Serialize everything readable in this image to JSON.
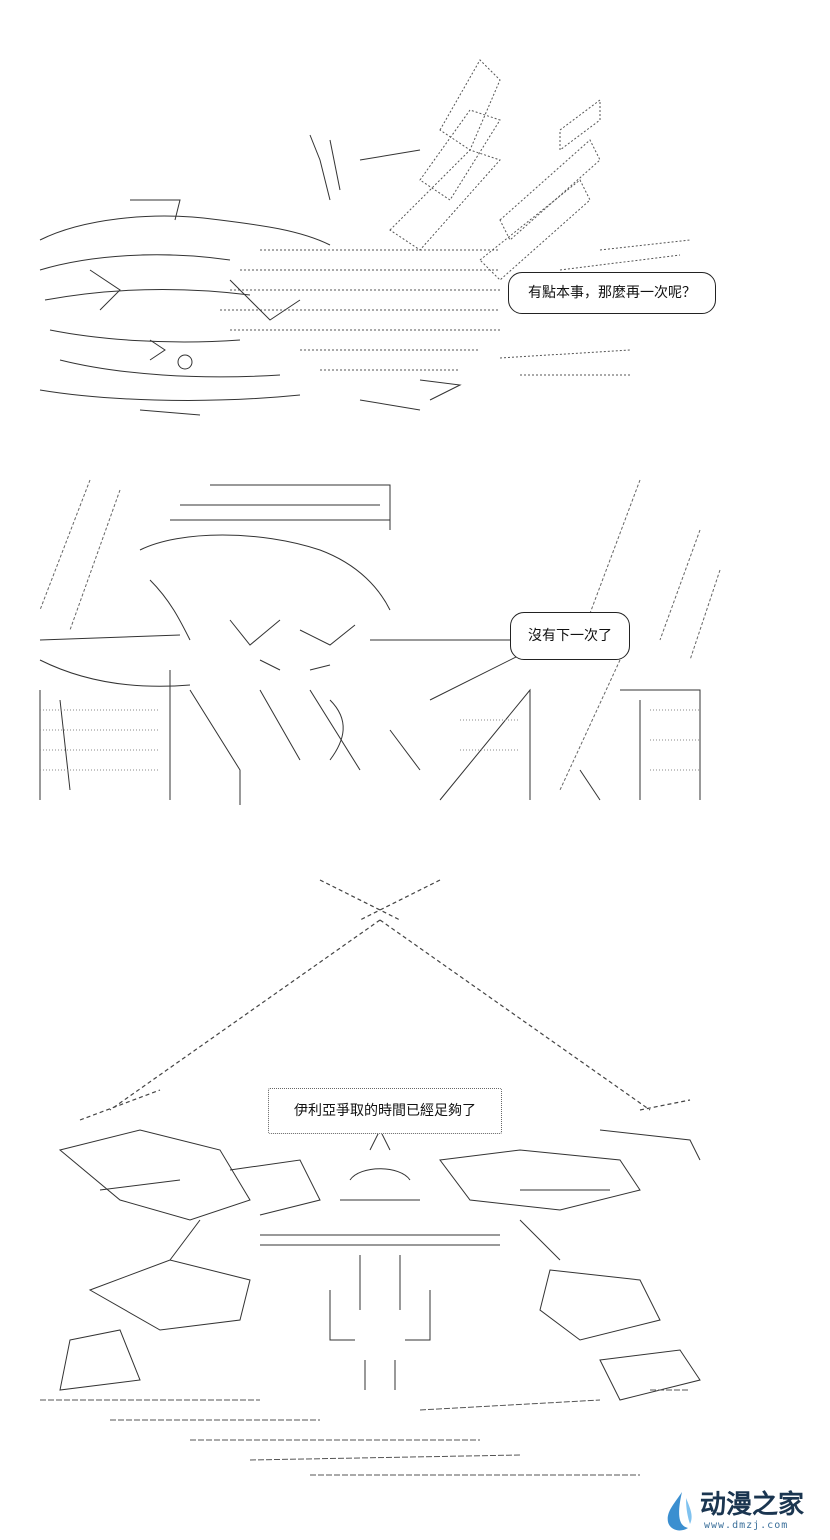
{
  "panels": [
    {
      "speech": "有點本事，那麼再一次呢？"
    },
    {
      "speech": "沒有下一次了"
    },
    {
      "speech": "伊利亞爭取的時間已經足夠了"
    }
  ],
  "watermark": {
    "title": "动漫之家",
    "url": "www.dmzj.com",
    "icon": "water-drop-icon"
  }
}
